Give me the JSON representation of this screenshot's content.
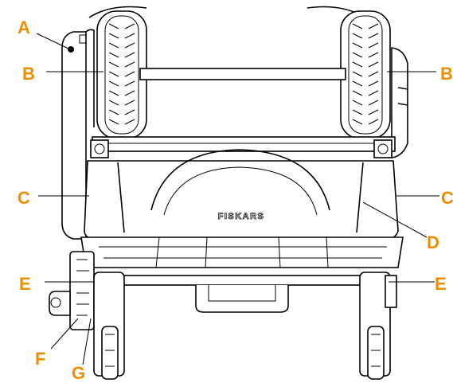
{
  "brand": "FISKARS",
  "accent_color": "#f08c00",
  "callouts": {
    "a": "A",
    "b_left": "B",
    "b_right": "B",
    "c_left": "C",
    "c_right": "C",
    "d": "D",
    "e_left": "E",
    "e_right": "E",
    "f": "F",
    "g": "G"
  }
}
